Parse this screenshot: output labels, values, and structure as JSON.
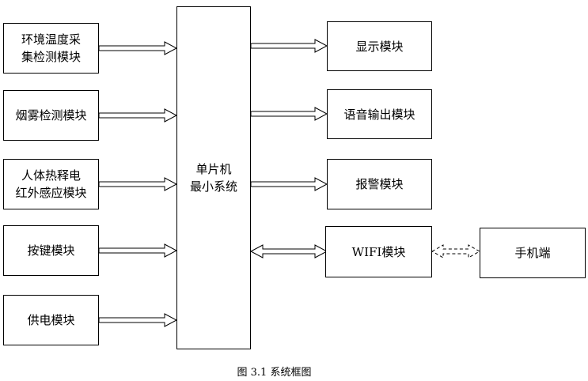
{
  "left_modules": [
    {
      "id": "env",
      "label": "环境温度采\n集检测模块"
    },
    {
      "id": "smoke",
      "label": "烟雾检测模块"
    },
    {
      "id": "pir",
      "label": "人体热释电\n红外感应模块"
    },
    {
      "id": "key",
      "label": "按键模块"
    },
    {
      "id": "power",
      "label": "供电模块"
    }
  ],
  "mcu": {
    "label": "单片机\n最小系统"
  },
  "right_modules": [
    {
      "id": "display",
      "label": "显示模块"
    },
    {
      "id": "voice",
      "label": "语音输出模块"
    },
    {
      "id": "alarm",
      "label": "报警模块"
    },
    {
      "id": "wifi",
      "label": "WIFI模块"
    }
  ],
  "phone": {
    "label": "手机端"
  },
  "caption": "图 3.1  系统框图"
}
